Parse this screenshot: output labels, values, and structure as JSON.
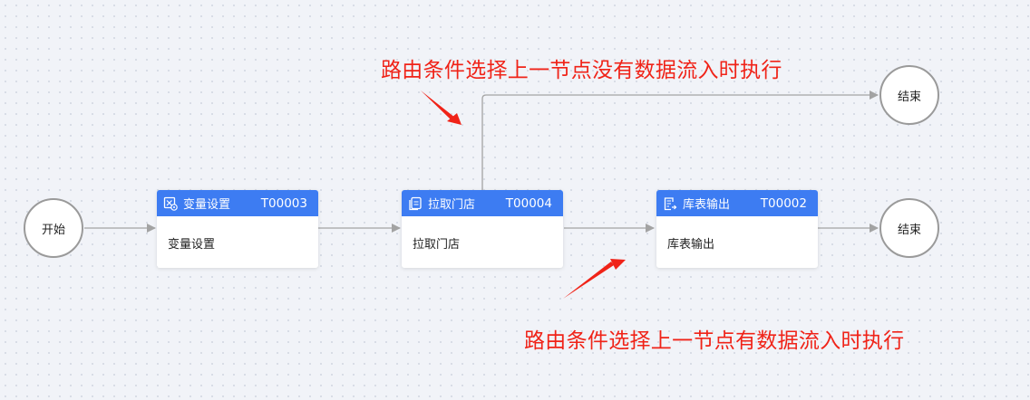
{
  "nodes": {
    "start": {
      "label": "开始"
    },
    "end_top": {
      "label": "结束"
    },
    "end_right": {
      "label": "结束"
    },
    "var_setting": {
      "title": "变量设置",
      "code": "T00003",
      "body": "变量设置",
      "icon": "variable-setting-icon"
    },
    "pull_store": {
      "title": "拉取门店",
      "code": "T00004",
      "body": "拉取门店",
      "icon": "document-copy-icon"
    },
    "inventory_output": {
      "title": "库表输出",
      "code": "T00002",
      "body": "库表输出",
      "icon": "table-output-icon"
    }
  },
  "annotations": {
    "top": "路由条件选择上一节点没有数据流入时执行",
    "bottom": "路由条件选择上一节点有数据流入时执行"
  },
  "colors": {
    "header_blue": "#3d7cf2",
    "annotation_red": "#f02318",
    "edge_gray": "#a3a3a3",
    "circle_border": "#9a9a9a"
  }
}
